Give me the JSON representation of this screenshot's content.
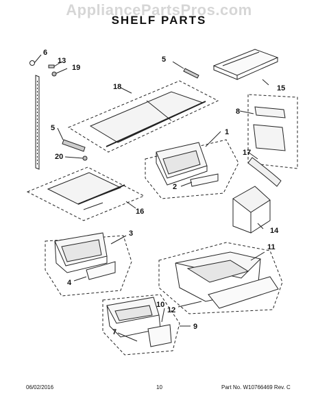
{
  "watermark": "AppliancePartsPros.com",
  "title": "SHELF PARTS",
  "callouts": {
    "c1": "1",
    "c2": "2",
    "c3": "3",
    "c4": "4",
    "c5a": "5",
    "c5b": "5",
    "c6": "6",
    "c7": "7",
    "c8": "8",
    "c9": "9",
    "c10": "10",
    "c11": "11",
    "c12": "12",
    "c13": "13",
    "c14": "14",
    "c15": "15",
    "c16": "16",
    "c17": "17",
    "c18": "18",
    "c19": "19",
    "c20": "20"
  },
  "footer": {
    "date": "06/02/2016",
    "page": "10",
    "part": "Part No. W10766469  Rev. C"
  }
}
